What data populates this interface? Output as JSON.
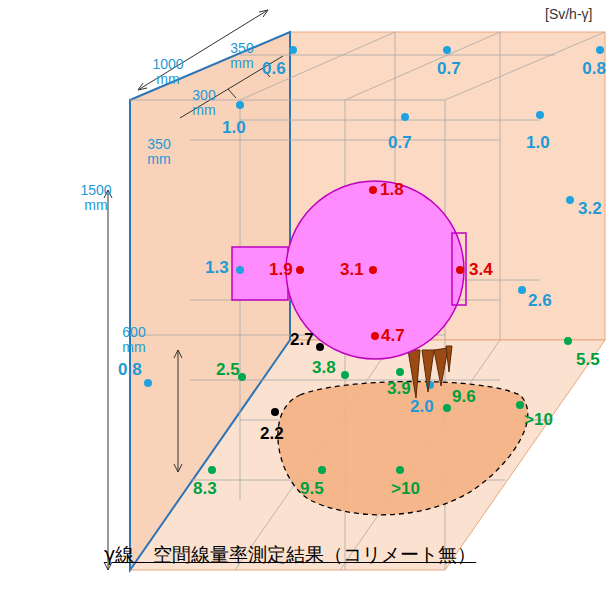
{
  "diagram": {
    "caption": "γ線　空間線量率測定結果（コリメート無）",
    "nodes": [
      {
        "text": [
          "1.8",
          "1.9",
          "3.1",
          "3.4",
          "4.7"
        ]
      }
    ],
    "labels": [
      "[Sv/h-γ]",
      "1000 mm",
      "350 mm",
      "300 mm",
      "350 mm",
      "1500 mm",
      "600 mm",
      "0.6",
      "0.7",
      "0.8",
      "1.0",
      "0.7",
      "1.0",
      "3.2",
      "1.3",
      "2.6",
      "2.7",
      "5.5",
      "0.8",
      "2.5",
      "3.8",
      "3.9",
      "9.6",
      "2.2",
      "2.0",
      ">10",
      "8.3",
      "9.5",
      ">10"
    ]
  }
}
